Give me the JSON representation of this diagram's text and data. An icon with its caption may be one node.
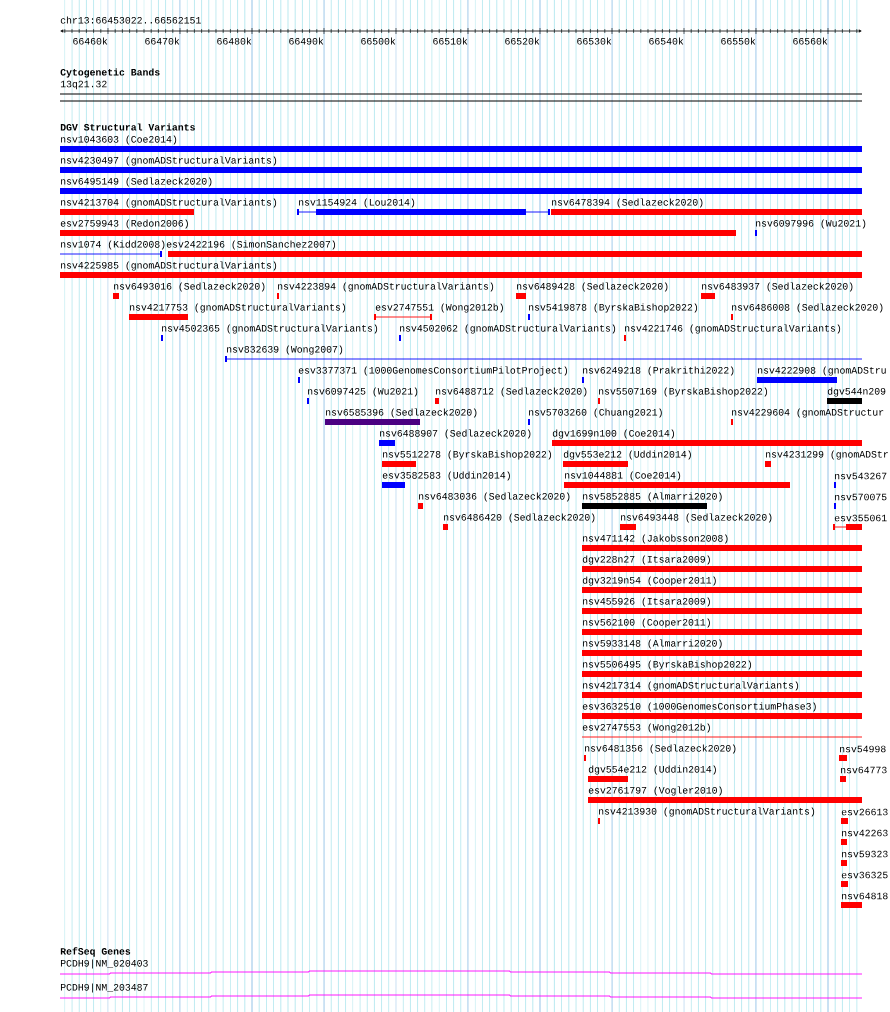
{
  "diagram": {
    "labels": [
      "chr13:66453022..66562151",
      "66460k",
      "66470k",
      "66480k",
      "66490k",
      "66500k",
      "66510k",
      "66520k",
      "66530k",
      "66540k",
      "66550k",
      "66560k",
      "Cytogenetic Bands",
      "13q21.32",
      "DGV Structural Variants",
      "nsv1043603 (Coe2014)",
      "nsv4230497 (gnomADStructuralVariants)",
      "nsv6495149 (Sedlazeck2020)",
      "nsv4213704 (gnomADStructuralVariants)",
      "nsv1154924 (Lou2014)",
      "nsv6478394 (Sedlazeck2020)",
      "esv2759943 (Redon2006)",
      "nsv6097996 (Wu2021)",
      "nsv1074 (Kidd2008)",
      "esv2422196 (SimonSanchez2007)",
      "nsv4225985 (gnomADStructuralVariants)",
      "nsv6493016 (Sedlazeck2020)",
      "nsv4223894 (gnomADStructuralVariants)",
      "nsv6489428 (Sedlazeck2020)",
      "nsv6483937 (Sedlazeck2020)",
      "nsv4217753 (gnomADStructuralVariants)",
      "esv2747551 (Wong2012b)",
      "nsv5419878 (ByrskaBishop2022)",
      "nsv6486008 (Sedlazeck2020)",
      "nsv4502365 (gnomADStructuralVariants)",
      "nsv4502062 (gnomADStructuralVariants)",
      "nsv4221746 (gnomADStructuralVariants)",
      "nsv832639 (Wong2007)",
      "esv3377371 (1000GenomesConsortiumPilotProject)",
      "nsv6249218 (Prakrithi2022)",
      "nsv4222908 (gnomADStru",
      "nsv6097425 (Wu2021)",
      "nsv6488712 (Sedlazeck2020)",
      "nsv5507169 (ByrskaBishop2022)",
      "dgv544n209",
      "nsv6585396 (Sedlazeck2020)",
      "nsv5703260 (Chuang2021)",
      "nsv4229604 (gnomADStructur",
      "nsv6488907 (Sedlazeck2020)",
      "dgv1699n100 (Coe2014)",
      "nsv5512278 (ByrskaBishop2022)",
      "dgv553e212 (Uddin2014)",
      "nsv4231299 (gnomADStr",
      "esv3582583 (Uddin2014)",
      "nsv1044881 (Coe2014)",
      "nsv543267",
      "nsv6483036 (Sedlazeck2020)",
      "nsv5852885 (Almarri2020)",
      "nsv570075",
      "nsv6486420 (Sedlazeck2020)",
      "nsv6493448 (Sedlazeck2020)",
      "esv355061",
      "nsv471142 (Jakobsson2008)",
      "dgv228n27 (Itsara2009)",
      "dgv3219n54 (Cooper2011)",
      "nsv455926 (Itsara2009)",
      "nsv562100 (Cooper2011)",
      "nsv5933148 (Almarri2020)",
      "nsv5506495 (ByrskaBishop2022)",
      "nsv4217314 (gnomADStructuralVariants)",
      "esv3632510 (1000GenomesConsortiumPhase3)",
      "esv2747553 (Wong2012b)",
      "nsv6481356 (Sedlazeck2020)",
      "nsv54998",
      "dgv554e212 (Uddin2014)",
      "nsv64773",
      "esv2761797 (Vogler2010)",
      "nsv4213930 (gnomADStructuralVariants)",
      "esv26613",
      "nsv42263",
      "nsv59323",
      "esv36325",
      "nsv64818",
      "RefSeq Genes",
      "PCDH9|NM_020403",
      "PCDH9|NM_203487"
    ]
  }
}
